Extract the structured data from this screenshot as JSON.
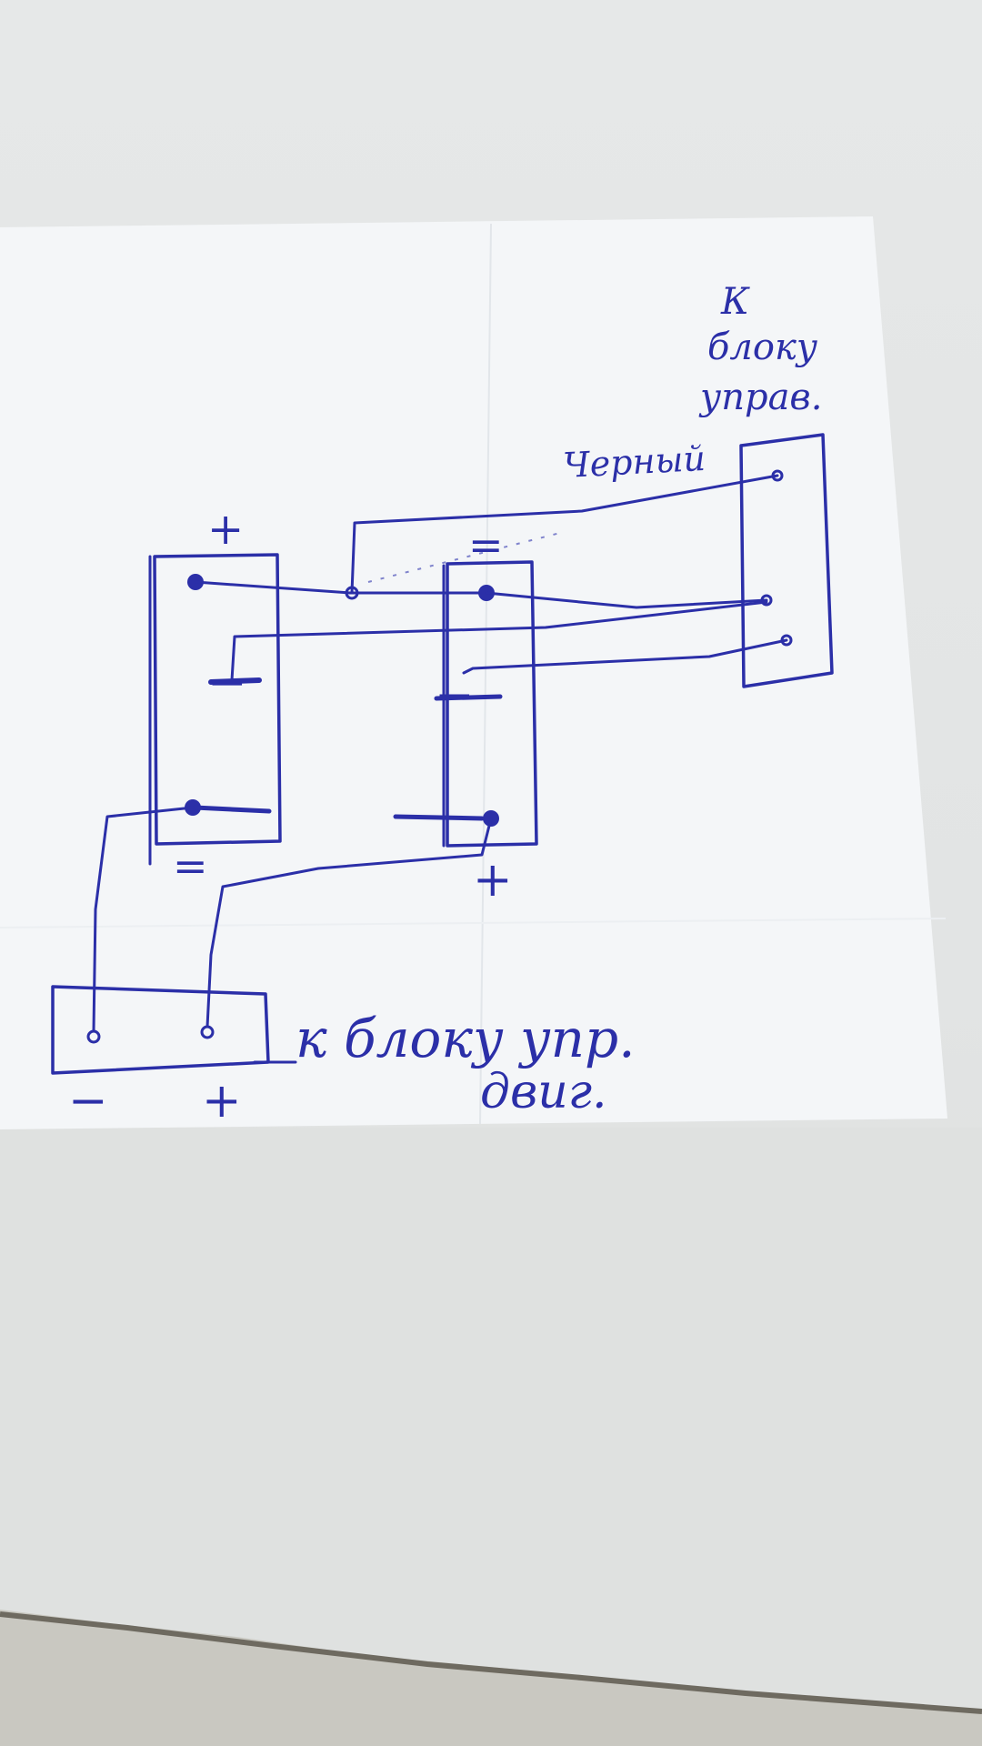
{
  "diagram": {
    "colors": {
      "ink": "#2b2fa8",
      "paper": "#f4f6f8",
      "surface": "#e4e6e6"
    },
    "labels": {
      "control_unit_line1": "К",
      "control_unit_line2": "блоку",
      "control_unit_line3": "управ.",
      "black_wire": "Черный",
      "engine_unit_line1": "к блоку упр.",
      "engine_unit_line2": "двиг.",
      "battery1_plus": "+",
      "battery1_minus": "−",
      "battery2_plus": "+",
      "battery2_minus": "−",
      "battery2_top_mark": "=",
      "battery1_bottom_mark": "=",
      "engine_minus": "−",
      "engine_plus": "+"
    }
  }
}
